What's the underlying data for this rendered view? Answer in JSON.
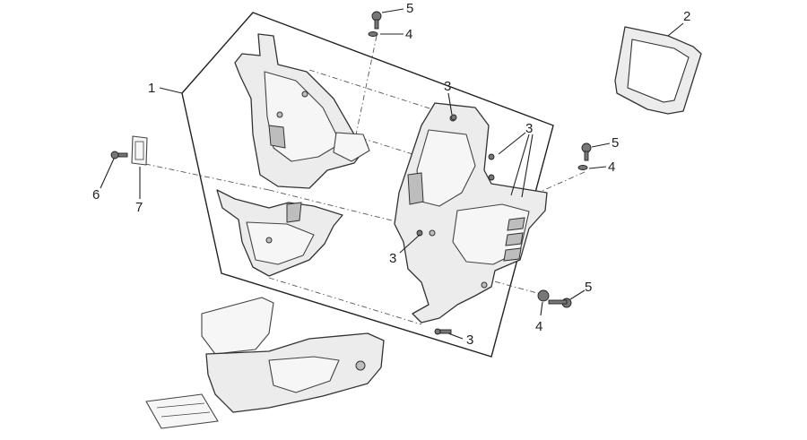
{
  "callouts": {
    "c1": "1",
    "c2": "2",
    "c3a": "3",
    "c3b": "3",
    "c3c": "3",
    "c3d": "3",
    "c4a": "4",
    "c4b": "4",
    "c4c": "4",
    "c5a": "5",
    "c5b": "5",
    "c5c": "5",
    "c6": "6",
    "c7": "7"
  }
}
